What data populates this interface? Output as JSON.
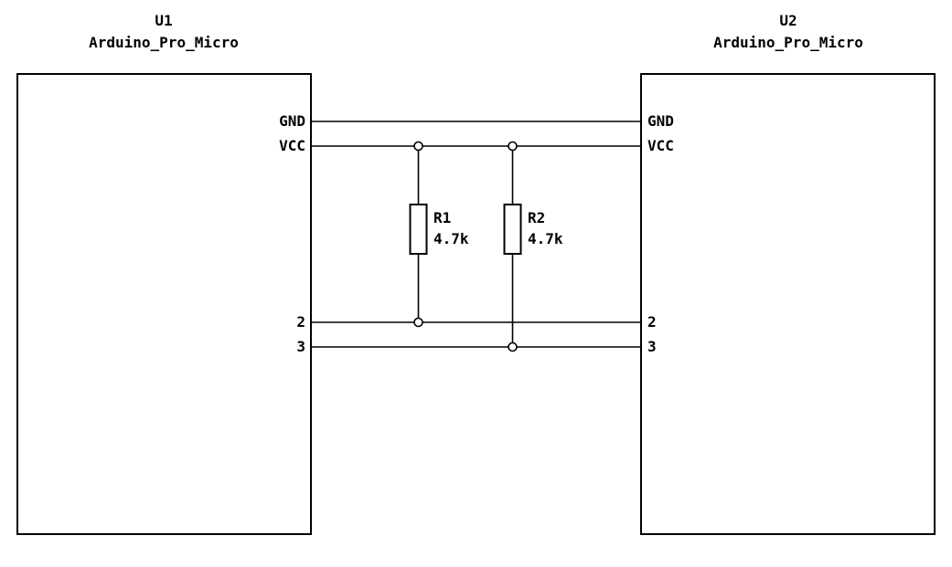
{
  "colors": {
    "background": "#ffffff",
    "stroke": "#000000"
  },
  "components": {
    "u1": {
      "ref": "U1",
      "value": "Arduino_Pro_Micro",
      "pins": {
        "gnd": "GND",
        "vcc": "VCC",
        "p2": "2",
        "p3": "3"
      }
    },
    "u2": {
      "ref": "U2",
      "value": "Arduino_Pro_Micro",
      "pins": {
        "gnd": "GND",
        "vcc": "VCC",
        "p2": "2",
        "p3": "3"
      }
    },
    "r1": {
      "ref": "R1",
      "value": "4.7k"
    },
    "r2": {
      "ref": "R2",
      "value": "4.7k"
    }
  },
  "diagram_data": {
    "type": "schematic",
    "nets": [
      {
        "name": "GND",
        "connects": [
          "U1.GND",
          "U2.GND"
        ]
      },
      {
        "name": "VCC",
        "connects": [
          "U1.VCC",
          "U2.VCC",
          "R1.top",
          "R2.top"
        ]
      },
      {
        "name": "2",
        "connects": [
          "U1.2",
          "U2.2",
          "R1.bottom"
        ]
      },
      {
        "name": "3",
        "connects": [
          "U1.3",
          "U2.3",
          "R2.bottom"
        ]
      }
    ]
  }
}
